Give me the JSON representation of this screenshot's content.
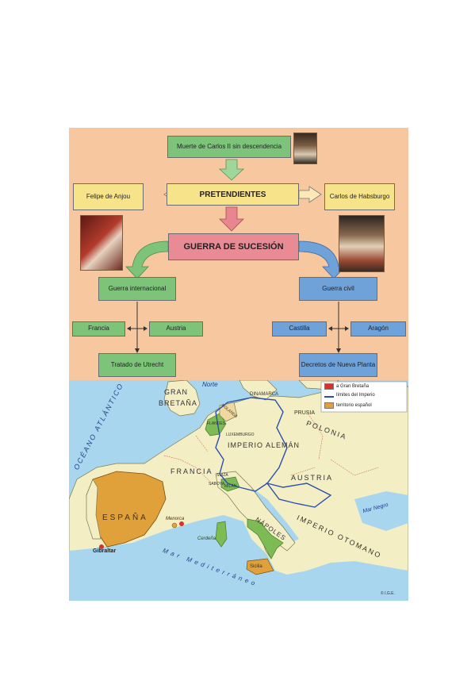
{
  "diagram": {
    "top_box": "Muerte de Carlos II sin descendencia",
    "center_box": "PRETENDIENTES",
    "left_pretender": "Felipe de Anjou",
    "right_pretender": "Carlos de Habsburgo",
    "war_box": "GUERRA DE SUCESIÓN",
    "left_branch": "Guerra internacional",
    "right_branch": "Guerra civil",
    "left_sides": [
      "Francia",
      "Austria"
    ],
    "right_sides": [
      "Castilla",
      "Aragón"
    ],
    "left_result": "Tratado de Utrecht",
    "right_result": "Decretos de Nueva Planta",
    "colors": {
      "background": "#f7c7a0",
      "green": "#7dc37a",
      "yellow": "#f7e48a",
      "blue": "#6fa2d9",
      "pink": "#e88b95",
      "arrow_green": "#9fd79a",
      "arrow_pink": "#e8858f"
    }
  },
  "map": {
    "legend": [
      "a Gran Bretaña",
      "límites del Imperio",
      "territorio español"
    ],
    "legend_colors": [
      "#d7322b",
      "#2a4fb0",
      "#e0a03a"
    ],
    "labels": {
      "gran": "GRAN",
      "bretana": "BRETAÑA",
      "norte": "Norte",
      "dinamarca": "DINAMARCA",
      "prusia": "PRUSIA",
      "polonia": "POLONIA",
      "holanda": "HOLANDA",
      "flandes": "FLANDES",
      "luxemburgo": "LUXEMBURGO",
      "imperio_aleman": "IMPERIO ALEMÁN",
      "oceano": "OCÉANO ATLÁNTICO",
      "francia": "FRANCIA",
      "suiza": "SUIZA",
      "saboya": "SABOYA",
      "milan": "MILÁN",
      "austria": "AUSTRIA",
      "espana": "ESPAÑA",
      "menorca": "Menorca",
      "gibraltar": "Gibraltar",
      "cerdena": "Cerdeña",
      "napoles": "NÁPOLES",
      "sicilia": "Sicilia",
      "imperio_otomano": "IMPERIO OTOMANO",
      "mar_negro": "Mar Negro",
      "mediterraneo": "Mar Mediterráneo",
      "copyright": "© I.G.E."
    }
  }
}
